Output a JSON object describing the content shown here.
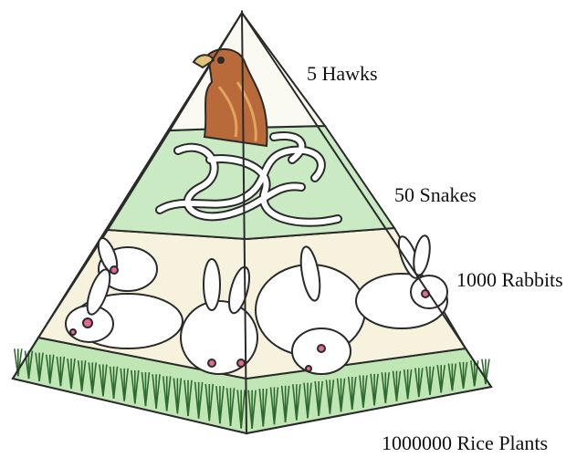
{
  "diagram": {
    "levels": [
      {
        "id": "hawks",
        "label": "5 Hawks",
        "icon": "hawk-icon"
      },
      {
        "id": "snakes",
        "label": "50 Snakes",
        "icon": "snake-icon"
      },
      {
        "id": "rabbits",
        "label": "1000 Rabbits",
        "icon": "rabbit-icon"
      },
      {
        "id": "plants",
        "label": "1000000 Rice Plants",
        "icon": "rice-plant-icon"
      }
    ]
  },
  "colors": {
    "outline": "#2a2a2a",
    "hawk_body": "#b86a3a",
    "hawk_light": "#e2a460",
    "snake_bg": "#c9eac3",
    "rabbit_bg": "#f7f2dd",
    "plant_bg": "#bfe6b4",
    "grass": "#2f6a2f",
    "rabbit_eye": "#e06b8c"
  }
}
